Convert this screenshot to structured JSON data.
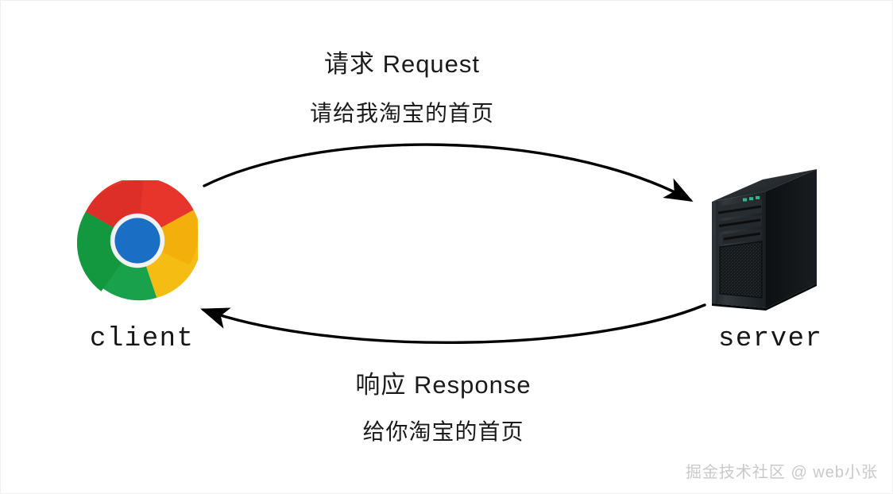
{
  "diagram": {
    "title": "Client Server Request Response",
    "background_color": "#ffffff",
    "text_color": "#1b1b1b",
    "arrow_color": "#000000"
  },
  "nodes": {
    "client": {
      "label": "client",
      "icon": "chrome-browser-icon",
      "colors": {
        "red": "#e8352c",
        "green": "#1aa14b",
        "yellow": "#f5bc13",
        "blue": "#1a6fc4",
        "ring": "#f1f1f1"
      }
    },
    "server": {
      "label": "server",
      "icon": "server-tower-icon",
      "colors": {
        "front": "#24282b",
        "side": "#101315",
        "top": "#2e3337",
        "led": "#2fbf8f"
      }
    }
  },
  "flows": {
    "request": {
      "direction": "client-to-server",
      "title": "请求 Request",
      "detail": "请给我淘宝的首页"
    },
    "response": {
      "direction": "server-to-client",
      "title": "响应 Response",
      "detail": "给你淘宝的首页"
    }
  },
  "watermark": {
    "text": "掘金技术社区 @ web小张"
  }
}
